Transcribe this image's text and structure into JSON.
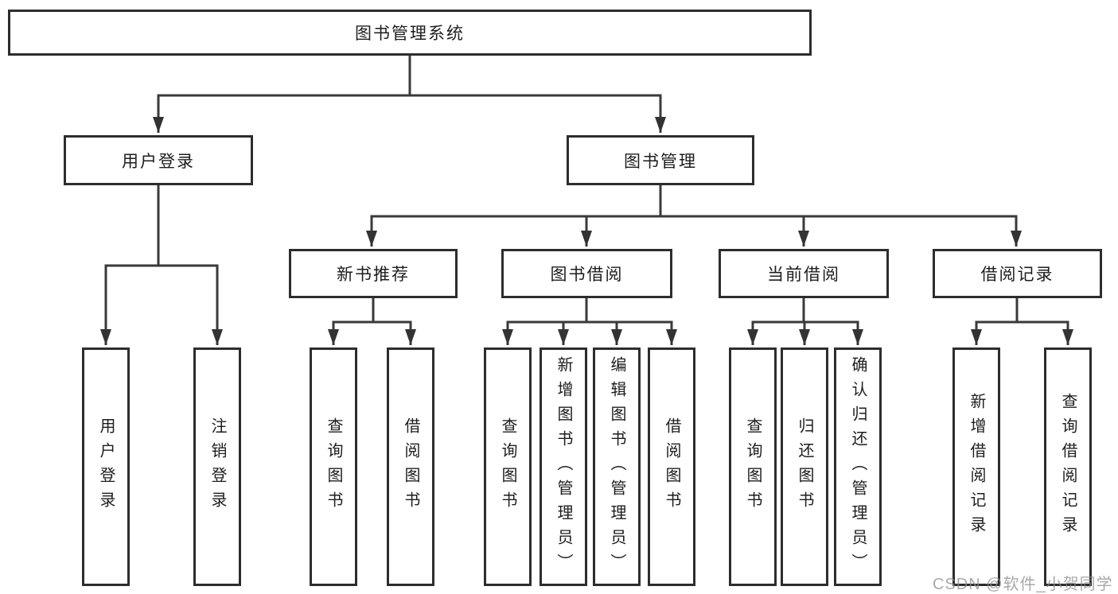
{
  "tree": {
    "label": "图书管理系统",
    "children": [
      {
        "label": "用户登录",
        "children": [
          {
            "label": "用户登录"
          },
          {
            "label": "注销登录"
          }
        ]
      },
      {
        "label": "图书管理",
        "children": [
          {
            "label": "新书推荐",
            "children": [
              {
                "label": "查询图书"
              },
              {
                "label": "借阅图书"
              }
            ]
          },
          {
            "label": "图书借阅",
            "children": [
              {
                "label": "查询图书"
              },
              {
                "label": "新增图书（管理员）"
              },
              {
                "label": "编辑图书（管理员）"
              },
              {
                "label": "借阅图书"
              }
            ]
          },
          {
            "label": "当前借阅",
            "children": [
              {
                "label": "查询图书"
              },
              {
                "label": "归还图书"
              },
              {
                "label": "确认归还（管理员）"
              }
            ]
          },
          {
            "label": "借阅记录",
            "children": [
              {
                "label": "新增借阅记录"
              },
              {
                "label": "查询借阅记录"
              }
            ]
          }
        ]
      }
    ]
  },
  "watermark": {
    "text": "CSDN @软件_小贺同学"
  },
  "colors": {
    "line": "#3a3a3a",
    "box_border": "#2d2d2d",
    "text": "#1d1d1f",
    "watermark": "#8c8c8c"
  }
}
